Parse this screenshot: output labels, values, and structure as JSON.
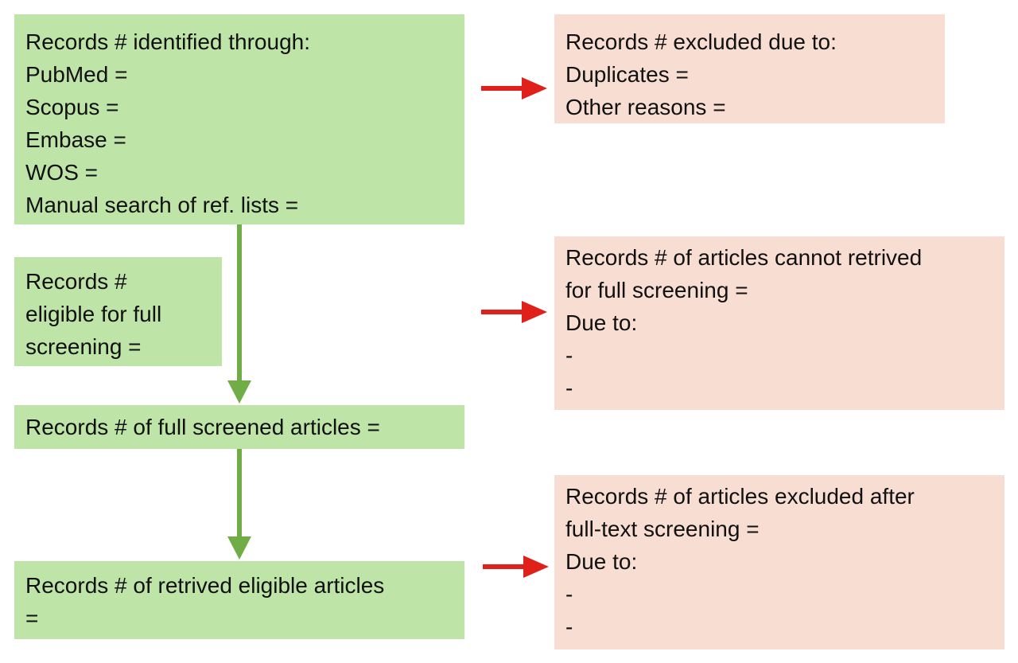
{
  "colors": {
    "green_box": "#bfe4a8",
    "pink_box": "#f8ddd2",
    "green_arrow": "#70ad47",
    "red_arrow": "#e0201b"
  },
  "left_column": {
    "identified": {
      "lines": [
        "Records # identified through:",
        "PubMed =",
        "Scopus =",
        "Embase =",
        "WOS =",
        "Manual search of ref. lists ="
      ]
    },
    "eligible": {
      "lines": [
        "Records #",
        "eligible for full",
        "screening ="
      ]
    },
    "screened": {
      "lines": [
        "Records # of full screened articles ="
      ]
    },
    "retrieved": {
      "lines": [
        "Records # of retrived eligible articles",
        "="
      ]
    }
  },
  "right_column": {
    "excluded": {
      "lines": [
        "Records # excluded due to:",
        "Duplicates =",
        "Other reasons ="
      ]
    },
    "not_retrieved": {
      "lines": [
        "Records # of articles cannot retrived",
        "for full screening =",
        "Due to:",
        "-",
        "-"
      ]
    },
    "fulltext_excluded": {
      "lines": [
        "Records # of articles  excluded after",
        "full-text screening =",
        "Due to:",
        "-",
        "-"
      ]
    }
  }
}
